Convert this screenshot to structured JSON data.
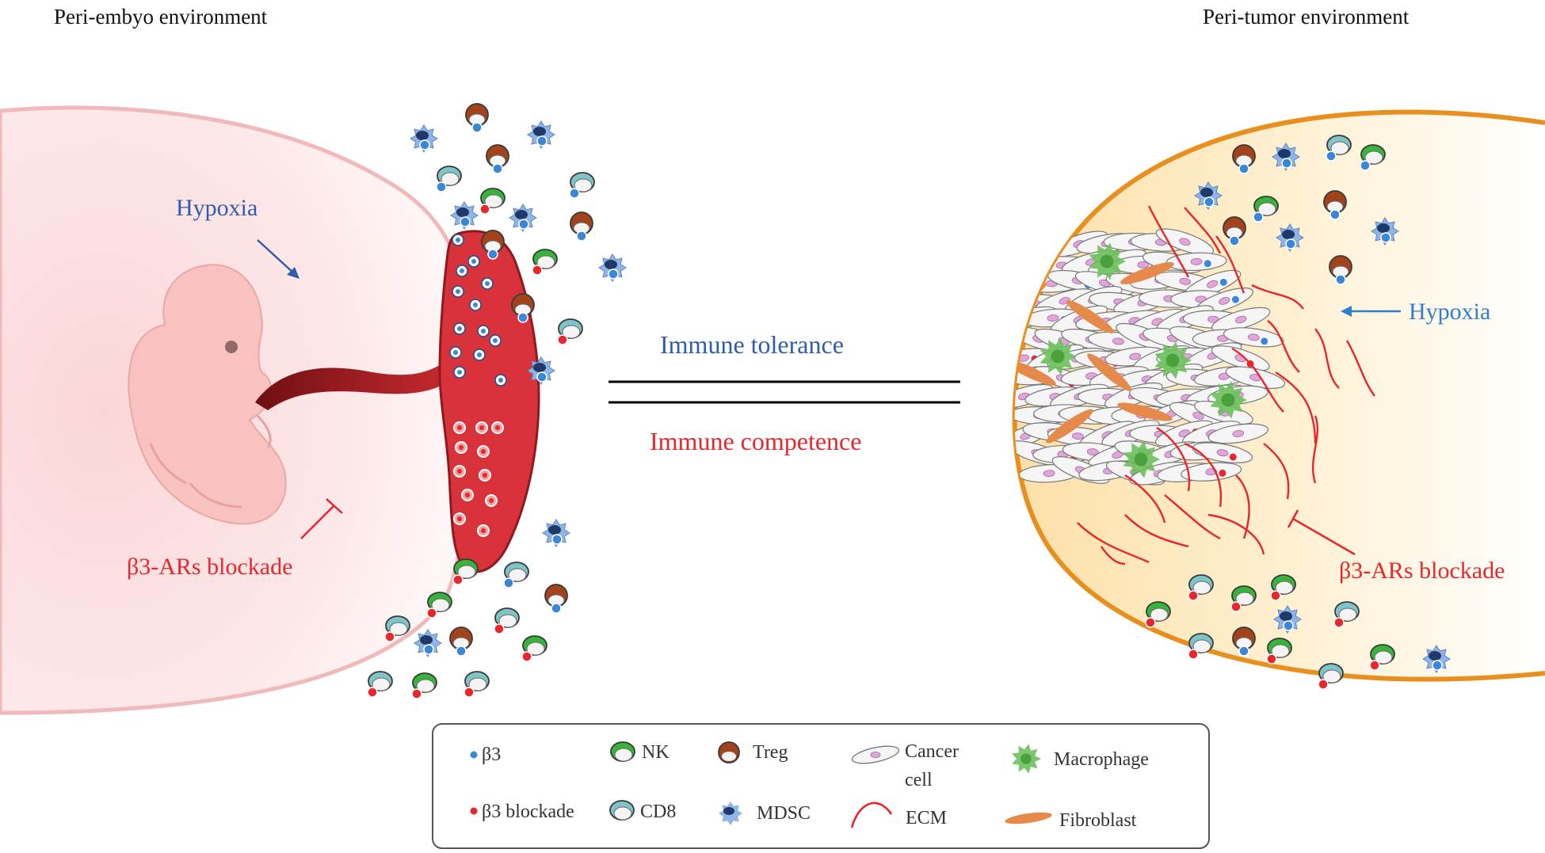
{
  "titles": {
    "left": "Peri-embyo environment",
    "right": "Peri-tumor environment"
  },
  "left_panel": {
    "hypoxia": "Hypoxia",
    "blockade": "β3-ARs blockade"
  },
  "center": {
    "tolerance": "Immune tolerance",
    "competence": "Immune competence"
  },
  "right_panel": {
    "hypoxia": "Hypoxia",
    "blockade": "β3-ARs blockade"
  },
  "legend": {
    "beta3": "β3",
    "beta3_blockade": "β3 blockade",
    "nk": "NK",
    "cd8": "CD8",
    "treg": "Treg",
    "mdsc": "MDSC",
    "cancer_line1": "Cancer",
    "cancer_line2": "cell",
    "ecm": "ECM",
    "macrophage": "Macrophage",
    "fibroblast": "Fibroblast"
  },
  "colors": {
    "blue_text": "#2f5da8",
    "red_text": "#e8262b",
    "orange_border": "#e8901f",
    "pink_border": "#f1b9b9",
    "placenta": "#d8333a",
    "nk_green": "#37b53a",
    "treg_brown": "#a3431c",
    "cd8_teal": "#7ec4c8",
    "mdsc_blue": "#8fb5e6",
    "macrophage_green": "#6cc05a",
    "fibroblast_orange": "#e58a4a"
  }
}
